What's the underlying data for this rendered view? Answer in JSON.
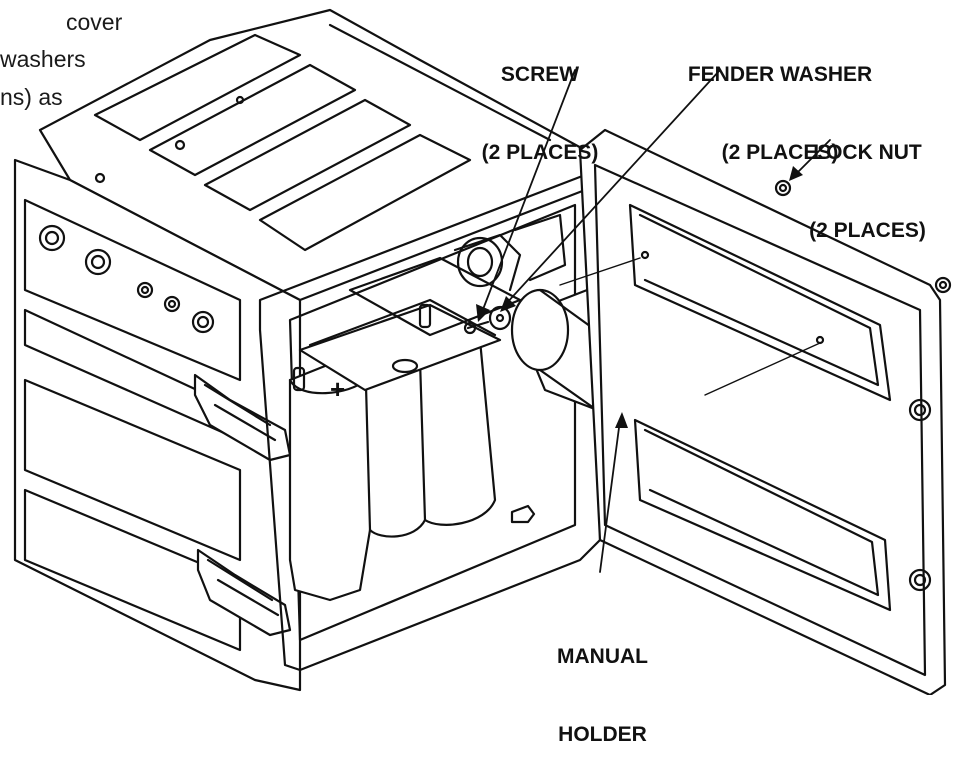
{
  "intro_text": {
    "line1": "cover",
    "line2": "washers",
    "line3": "ns) as"
  },
  "callouts": {
    "screw": {
      "line1": "SCREW",
      "line2": "(2 PLACES)"
    },
    "fender_washer": {
      "line1": "FENDER WASHER",
      "line2": "(2 PLACES)"
    },
    "lock_nut": {
      "line1": "LOCK NUT",
      "line2": "(2 PLACES)"
    },
    "manual_holder": {
      "line1": "MANUAL",
      "line2": "HOLDER"
    }
  },
  "battery_polarity_mark": "+",
  "colors": {
    "ink": "#111111",
    "paper": "#ffffff"
  }
}
